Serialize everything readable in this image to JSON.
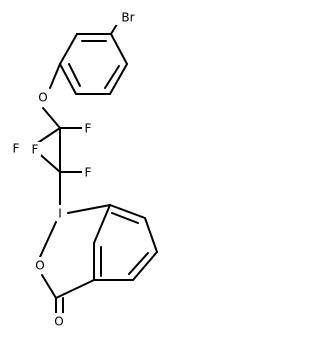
{
  "molecule": {
    "atoms": {
      "bromine": "Br",
      "ether_oxygen": "O",
      "fluorine_1": "F",
      "fluorine_2": "F",
      "fluorine_3": "F",
      "fluorine_4": "F",
      "iodine": "I",
      "ring_oxygen": "O",
      "carbonyl_oxygen": "O"
    }
  }
}
